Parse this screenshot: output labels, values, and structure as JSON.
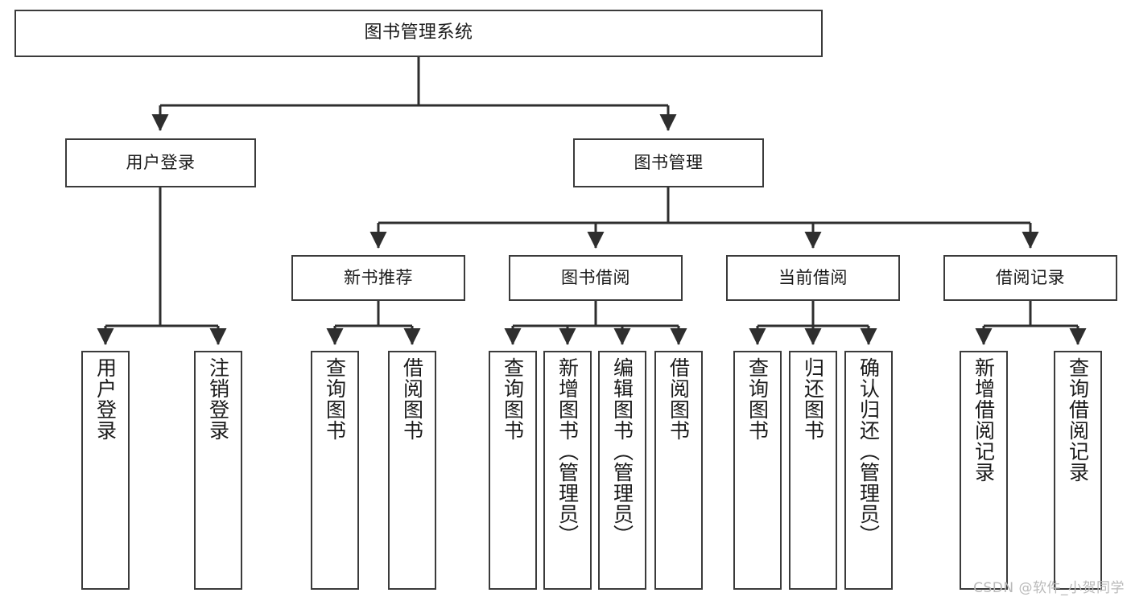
{
  "diagram": {
    "type": "tree-hierarchy",
    "title": "图书管理系统",
    "watermark": "CSDN @软件_小贺同学",
    "colors": {
      "stroke": "#3b3b3b",
      "fill": "#ffffff",
      "text": "#1a1a1a",
      "watermark": "#b9b9b9"
    },
    "levels": [
      {
        "level": 1,
        "nodes": [
          {
            "id": "root",
            "label": "图书管理系统"
          }
        ]
      },
      {
        "level": 2,
        "nodes": [
          {
            "id": "user-login",
            "label": "用户登录"
          },
          {
            "id": "book-management",
            "label": "图书管理"
          }
        ]
      },
      {
        "level": 3,
        "nodes": [
          {
            "id": "new-book-recommend",
            "label": "新书推荐"
          },
          {
            "id": "book-borrow",
            "label": "图书借阅"
          },
          {
            "id": "current-borrow",
            "label": "当前借阅"
          },
          {
            "id": "borrow-record",
            "label": "借阅记录"
          }
        ]
      },
      {
        "level": 4,
        "nodes": [
          {
            "id": "leaf-user-login",
            "label": "用户登录",
            "parent": "user-login"
          },
          {
            "id": "leaf-logout-login",
            "label": "注销登录",
            "parent": "user-login"
          },
          {
            "id": "leaf-query-book-1",
            "label": "查询图书",
            "parent": "new-book-recommend"
          },
          {
            "id": "leaf-borrow-book-1",
            "label": "借阅图书",
            "parent": "new-book-recommend"
          },
          {
            "id": "leaf-query-book-2",
            "label": "查询图书",
            "parent": "book-borrow"
          },
          {
            "id": "leaf-add-book",
            "label": "新增图书（管理员）",
            "parent": "book-borrow"
          },
          {
            "id": "leaf-edit-book",
            "label": "编辑图书（管理员）",
            "parent": "book-borrow"
          },
          {
            "id": "leaf-borrow-book-2",
            "label": "借阅图书",
            "parent": "book-borrow"
          },
          {
            "id": "leaf-query-book-3",
            "label": "查询图书",
            "parent": "current-borrow"
          },
          {
            "id": "leaf-return-book",
            "label": "归还图书",
            "parent": "current-borrow"
          },
          {
            "id": "leaf-confirm-return",
            "label": "确认归还（管理员）",
            "parent": "current-borrow"
          },
          {
            "id": "leaf-add-record",
            "label": "新增借阅记录",
            "parent": "borrow-record"
          },
          {
            "id": "leaf-query-record",
            "label": "查询借阅记录",
            "parent": "borrow-record"
          }
        ]
      }
    ]
  }
}
